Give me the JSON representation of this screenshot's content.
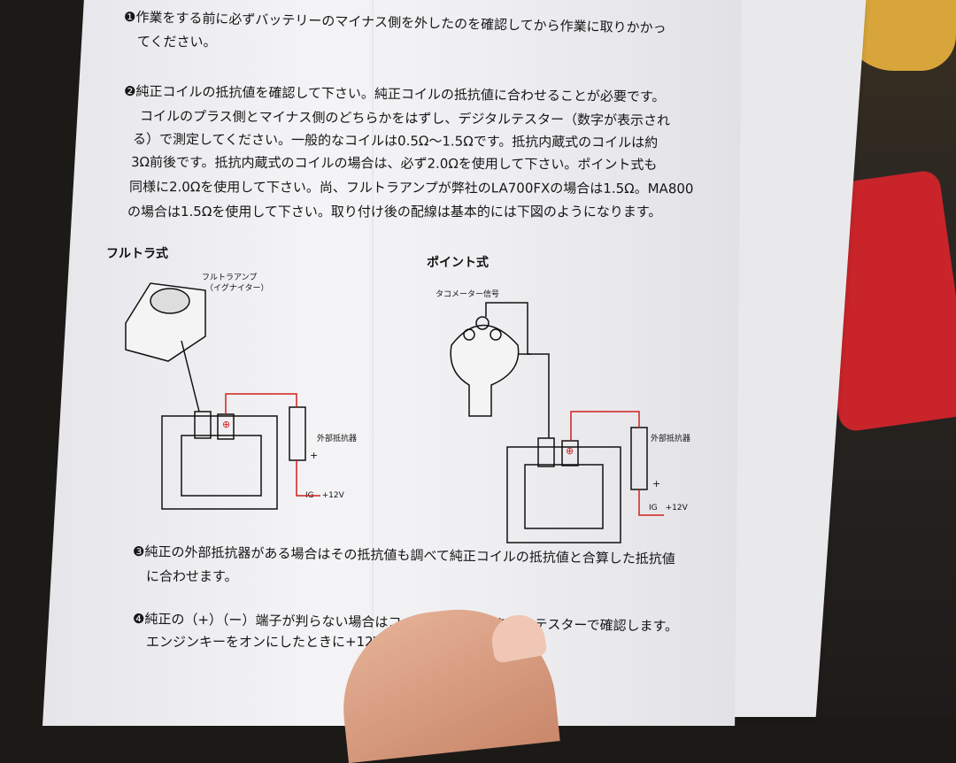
{
  "instructions": [
    {
      "line1": "❶作業をする前に必ずバッテリーのマイナス側を外したのを確認してから作業に取りかかっ",
      "line2": "てください。"
    },
    {
      "line1": "❷純正コイルの抵抗値を確認して下さい。純正コイルの抵抗値に合わせることが必要です。",
      "line2": "コイルのプラス側とマイナス側のどちらかをはずし、デジタルテスター（数字が表示され",
      "line3": "る）で測定してください。一般的なコイルは0.5Ω～1.5Ωです。抵抗内蔵式のコイルは約",
      "line4": "3Ω前後です。抵抗内蔵式のコイルの場合は、必ず2.0Ωを使用して下さい。ポイント式も",
      "line5": "同様に2.0Ωを使用して下さい。尚、フルトラアンプが弊社のLA700FXの場合は1.5Ω。MA800",
      "line6": "の場合は1.5Ωを使用して下さい。取り付け後の配線は基本的には下図のようになります。"
    },
    {
      "line1": "❸純正の外部抵抗器がある場合はその抵抗値も調べて純正コイルの抵抗値と合算した抵抗値",
      "line2": "に合わせます。"
    },
    {
      "line1": "❹純正の（+）（ー）端子が判らない場合はコイルから、配線を　　テスターで確認します。",
      "line2": "エンジンキーをオンにしたときに+12Vが"
    }
  ],
  "diagram_left": {
    "title": "フルトラ式",
    "amp": "フルトラアンプ",
    "igniter": "（イグナイター）",
    "resistor": "外部抵抗器",
    "plus": "+",
    "ig": "IG　+12V",
    "coil_plus": "⊕"
  },
  "diagram_right": {
    "title": "ポイント式",
    "tach": "タコメーター信号",
    "resistor": "外部抵抗器",
    "plus": "+",
    "ig": "IG　+12V",
    "coil_plus": "⊕"
  },
  "colors": {
    "wire_red": "#d0201c",
    "paper": "#f2f2f4"
  }
}
